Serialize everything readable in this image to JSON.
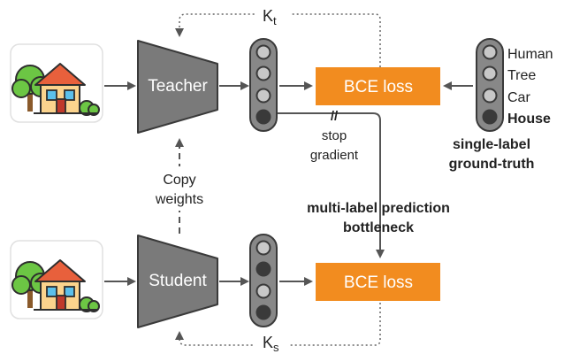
{
  "teacher": {
    "label": "Teacher"
  },
  "student": {
    "label": "Student"
  },
  "bce_top": {
    "label": "BCE loss"
  },
  "bce_bottom": {
    "label": "BCE loss"
  },
  "k_teacher": {
    "main": "K",
    "sub": "t"
  },
  "k_student": {
    "main": "K",
    "sub": "s"
  },
  "copy_weights": {
    "line1": "Copy",
    "line2": "weights"
  },
  "stop_gradient": {
    "mark": "//",
    "line1": "stop",
    "line2": "gradient"
  },
  "multi_label": {
    "line1": "multi-label prediction",
    "line2": "bottleneck"
  },
  "ground_truth": {
    "classes": [
      "Human",
      "Tree",
      "Car",
      "House"
    ],
    "active_index": 3,
    "caption_line1": "single-label",
    "caption_line2": "ground-truth"
  },
  "colors": {
    "network": "#7a7a7a",
    "network_stroke": "#3a3a3a",
    "loss": "#f28c1f",
    "arrow": "#555555",
    "dotted": "#666666",
    "node_empty": "#c8c8c8",
    "node_filled": "#3a3a3a"
  },
  "icons": {
    "input_image": "house-with-tree-icon"
  }
}
